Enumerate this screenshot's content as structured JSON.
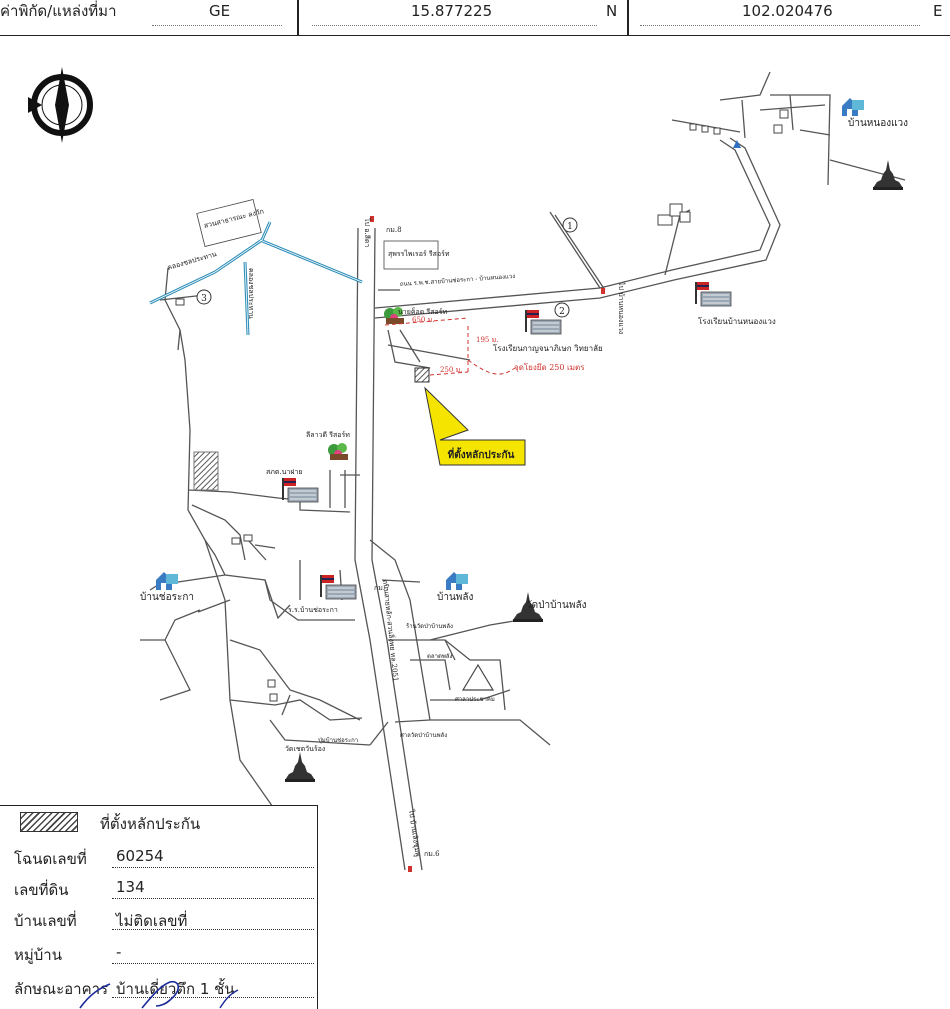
{
  "header": {
    "coord_label": "ค่าพิกัด/แหล่งที่มา",
    "source": "GE",
    "latitude": "15.877225",
    "lat_dir": "N",
    "longitude": "102.020476",
    "lon_dir": "E"
  },
  "map": {
    "north_letter": "N",
    "labels": {
      "village_nong_waeng": "บ้านหนองแวง",
      "village_cho_raka": "บ้านช่อระกา",
      "village_phalang": "บ้านพลัง",
      "wat_phalang": "วัดป่าบ้านพลัง",
      "wat_chetawan": "วัดเชตวันร้อง",
      "school_nong_waeng": "โรงเรียนบ้านหนองแวง",
      "school_kanjana": "โรงเรียนกาญจนาภิเษก วิทยาลัย",
      "school_cho_raka": "ร.ร.บ้านช่อระกา",
      "sak_resort": "สุพรรไพเรอร์ รีสอร์ท",
      "mountain_resort": "นายค็อด รีสอร์ท",
      "lilawadee_resort": "ลีลาวดี รีสอร์ท",
      "police": "สภต.นาฝาย",
      "park": "สวนสาธารณะ ลงวัก",
      "community_hall": "ศาลาประชาคม",
      "market": "ตลาดพลัง",
      "road_main_vertical": "ถนนสายหลัก-สวนลิ่งพย ทล.2051",
      "road_nongwaeng": "ถนน ร.พ.ช.สายบ้านช่อระกา - บ้านหนองแวง",
      "road_to_nongwaeng": "ไป บ้านหนองแวง",
      "road_to_top": "ไป อ.สีดา",
      "road_to_bottom": "ไป บ้านเลิงชุมพู",
      "canal_1": "คลองชลประทาน",
      "canal_2": "คลองชลประทาน",
      "km8": "กม.8",
      "km7": "กม.7",
      "km6": "กม.6",
      "dist_650": "650 ม.",
      "dist_195": "195 ม.",
      "dist_250": "250 ม.",
      "radius_note": "จุดโยงยึด 250 เมตร",
      "mosque_plang": "ร้านวัดป่าบ้านพลัง",
      "junction_choraka": "ปุ่มบ้านช่อระกา",
      "junction_phalang": "ศาลวัดป่าบ้านพลัง",
      "callout": "ที่ตั้งหลักประกัน",
      "marker_1": "1",
      "marker_2": "2",
      "marker_3": "3"
    }
  },
  "legend": {
    "title": "ที่ตั้งหลักประกัน",
    "rows": [
      {
        "label": "โฉนดเลขที่",
        "value": "60254"
      },
      {
        "label": "เลขที่ดิน",
        "value": "134"
      },
      {
        "label": "บ้านเลขที่",
        "value": "ไม่ติดเลขที่"
      },
      {
        "label": "หมู่บ้าน",
        "value": "-"
      },
      {
        "label": "ลักษณะอาคาร",
        "value": "บ้านเดี่ยวตึก 1 ชั้น"
      }
    ]
  },
  "colors": {
    "road": "#555555",
    "canal": "#2f8fb8",
    "callout": "#f5e400",
    "distance": "#d0322d",
    "hatch": "#444444"
  }
}
